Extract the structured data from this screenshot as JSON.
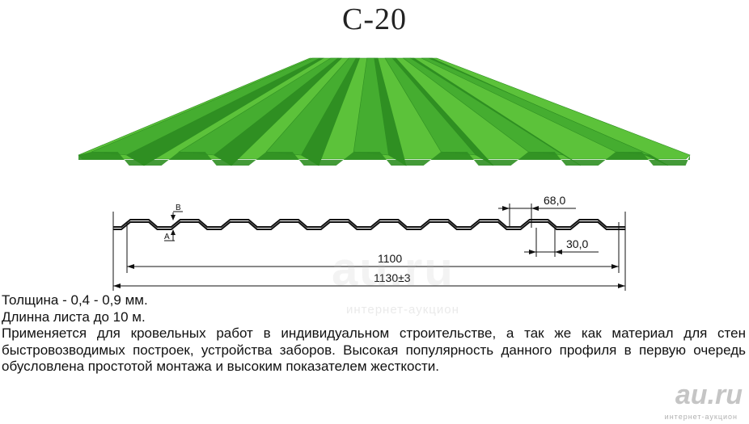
{
  "title": "С-20",
  "drawing": {
    "label_b": "B",
    "label_a": "A",
    "dim_68": "68,0",
    "dim_30": "30,0",
    "dim_1100": "1100",
    "dim_1130": "1130±3"
  },
  "specs": {
    "thickness": "Толщина - 0,4 - 0,9 мм.",
    "length": "Длинна листа до  10 м.",
    "description": "Применяется для кровельных работ в индивидуальном строительстве, а так же как материал для стен быстровозводимых построек, устройства заборов. Высокая популярность данного профиля в первую очередь обусловлена простотой монтажа и высоким показателем жесткости."
  },
  "watermark": {
    "center": "au.ru",
    "center_sub": "интернет-аукцион",
    "corner": "au.ru",
    "corner_sub": "интернет-аукцион"
  },
  "colors": {
    "sheet_light": "#5cc23a",
    "sheet_dark": "#2f8f22",
    "sheet_mid": "#45ad30",
    "line": "#111111"
  }
}
